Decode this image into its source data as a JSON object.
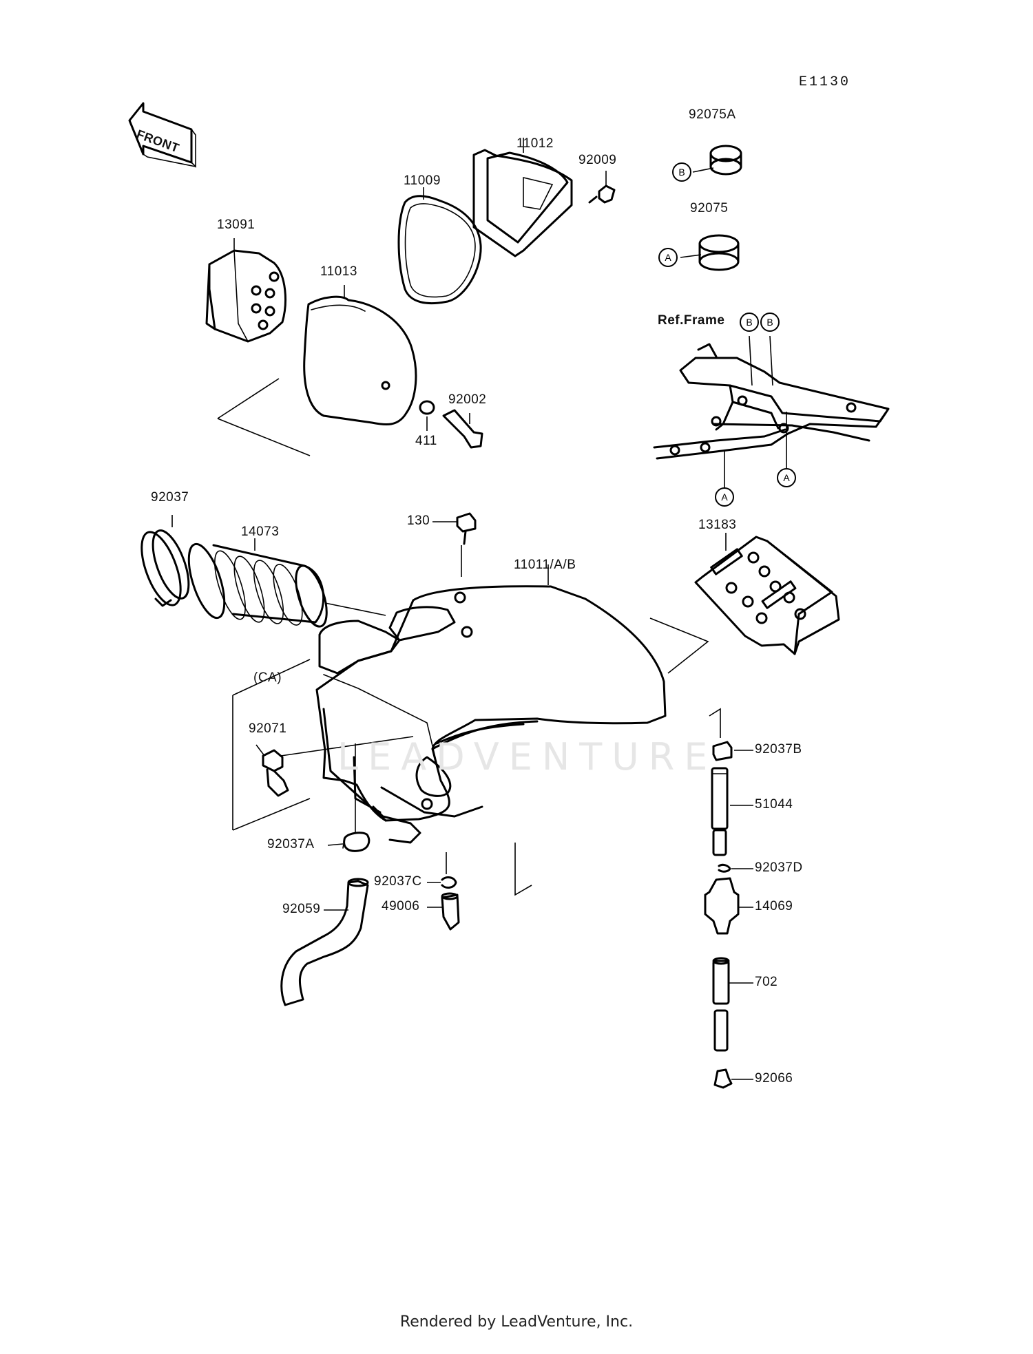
{
  "diagram_code": "E1130",
  "front_label": "FRONT",
  "ref_frame_label": "Ref.Frame",
  "callouts": {
    "a": "A",
    "b": "B"
  },
  "labels": {
    "p92075A": "92075A",
    "p92075": "92075",
    "p11012": "11012",
    "p92009": "92009",
    "p11009": "11009",
    "p13091": "13091",
    "p11013": "11013",
    "p92002": "92002",
    "p411": "411",
    "p92037": "92037",
    "p14073": "14073",
    "p130": "130",
    "p13183": "13183",
    "p11011AB": "11011/A/B",
    "pCA": "(CA)",
    "p92071": "92071",
    "p92037A": "92037A",
    "p92037C": "92037C",
    "p49006": "49006",
    "p92059": "92059",
    "p92037B": "92037B",
    "p51044": "51044",
    "p92037D": "92037D",
    "p14069": "14069",
    "p702": "702",
    "p92066": "92066"
  },
  "watermark": "LEADVENTURE",
  "footer": "Rendered by LeadVenture, Inc."
}
